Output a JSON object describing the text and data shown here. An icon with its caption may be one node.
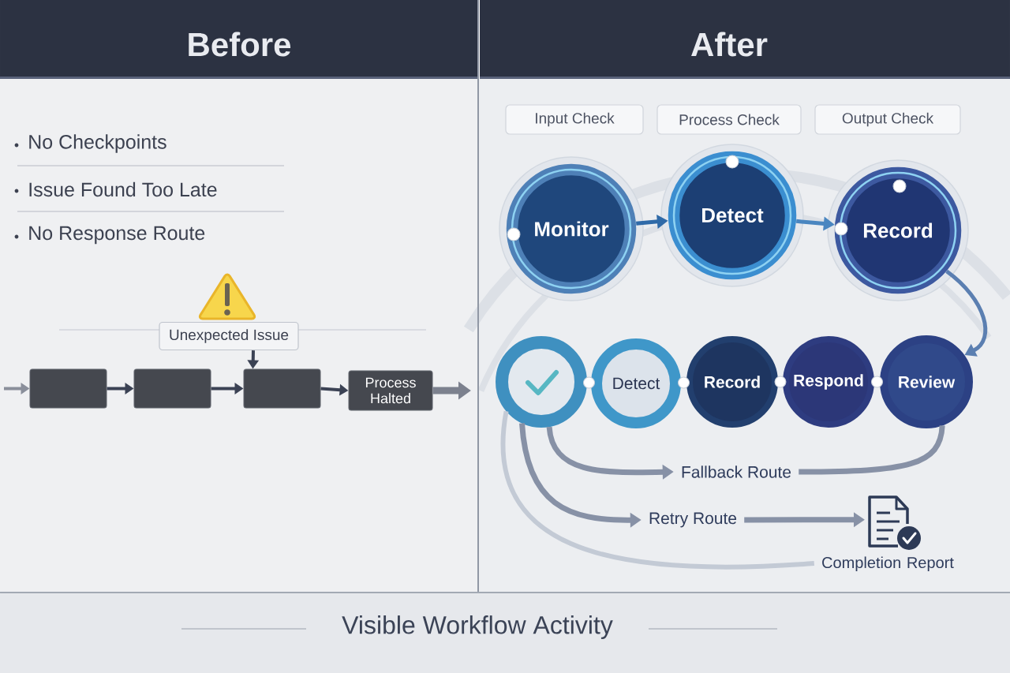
{
  "diagram": {
    "caption": "Visible Workflow Activity",
    "nodes": [
      {
        "text": [
          "Before"
        ]
      },
      {
        "text": [
          "After"
        ]
      },
      {
        "text": [
          "Unexpected Issue"
        ]
      },
      {
        "text": [],
        "shape": "box"
      },
      {
        "text": [],
        "shape": "box"
      },
      {
        "text": [],
        "shape": "box"
      },
      {
        "text": [
          "Process Halted"
        ]
      },
      {
        "text": [
          "Input Check"
        ]
      },
      {
        "text": [
          "Process Check"
        ]
      },
      {
        "text": [
          "Output Check"
        ]
      },
      {
        "text": [
          "Monitor"
        ]
      },
      {
        "text": [
          "Detect"
        ]
      },
      {
        "text": [
          "Record"
        ]
      },
      {
        "text": [],
        "shape": "circle"
      },
      {
        "text": [
          "Detect"
        ]
      },
      {
        "text": [
          "Record"
        ]
      },
      {
        "text": [
          "Respond"
        ]
      },
      {
        "text": [
          "Review"
        ]
      },
      {
        "text": [
          "Fallback Route"
        ]
      },
      {
        "text": [
          "Retry Route"
        ]
      },
      {
        "text": [
          "Completion Report"
        ]
      }
    ],
    "edges": [
      {
        "from": null,
        "to": 3,
        "arrow": "to",
        "color": "#8a8f9b"
      },
      {
        "from": 3,
        "to": 4,
        "arrow": "to"
      },
      {
        "from": 4,
        "to": 5,
        "arrow": "to"
      },
      {
        "from": 5,
        "to": 6,
        "arrow": "to"
      },
      {
        "from": 6,
        "to": null,
        "arrow": "to",
        "style": "thick",
        "color": "#7c818e"
      },
      {
        "from": 2,
        "to": 5,
        "arrow": "to"
      },
      {
        "from": 10,
        "to": 11,
        "arrow": "to",
        "color": "#2f6aa8"
      },
      {
        "from": 11,
        "to": 12,
        "arrow": "to",
        "color": "#4a86c0"
      },
      {
        "from": 12,
        "to": 17,
        "arrow": "to",
        "color": "#5b7fb1"
      },
      {
        "from": 13,
        "to": 14,
        "arrow": "none",
        "color": "#c9d0da"
      },
      {
        "from": 14,
        "to": 15,
        "arrow": "none",
        "color": "#c9d0da"
      },
      {
        "from": 15,
        "to": 16,
        "arrow": "none",
        "color": "#c9d0da"
      },
      {
        "from": 16,
        "to": 17,
        "arrow": "none",
        "color": "#c9d0da"
      },
      {
        "from": 13,
        "to": 18,
        "arrow": "to",
        "color": "#8791a6"
      },
      {
        "from": 18,
        "to": 17,
        "arrow": "none",
        "color": "#8791a6"
      },
      {
        "from": 13,
        "to": 19,
        "arrow": "to",
        "color": "#8791a6"
      },
      {
        "from": 19,
        "to": 20,
        "arrow": "to",
        "color": "#8791a6"
      },
      {
        "from": 13,
        "to": 20,
        "arrow": "none",
        "color": "#c3cad5"
      }
    ],
    "labels": [
      "No Checkpoints",
      "Issue Found Too Late",
      "No Response Route"
    ]
  }
}
